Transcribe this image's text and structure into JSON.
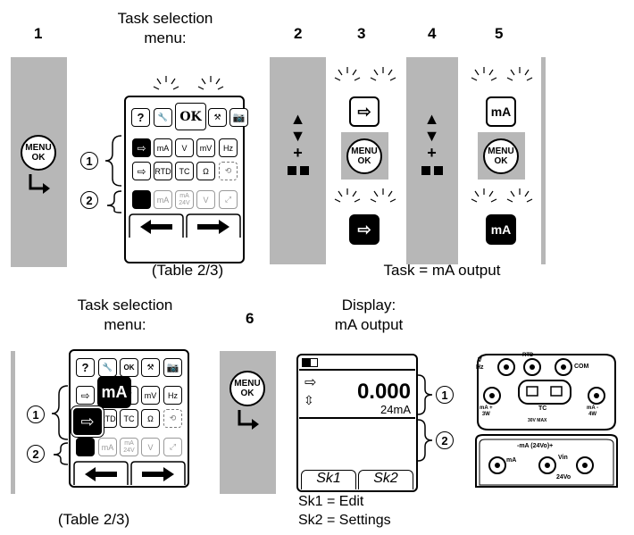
{
  "steps": [
    "1",
    "2",
    "3",
    "4",
    "5",
    "6"
  ],
  "captions": {
    "task_menu_top": "Task selection\nmenu:",
    "task_menu_bottom": "Task selection\nmenu:",
    "table_top": "(Table 2/3)",
    "table_bottom": "(Table 2/3)",
    "task_mA": "Task = mA output",
    "display_title": "Display:\nmA output",
    "sk1": "Sk1 = Edit",
    "sk2": "Sk2 = Settings"
  },
  "labels": {
    "one": "1",
    "two": "2",
    "plus": "+"
  },
  "menu_button": {
    "line1": "MENU",
    "line2": "OK"
  },
  "keys": {
    "row0": [
      "?",
      "🔧",
      "OK",
      "",
      "📷"
    ],
    "row1": [
      "⇨",
      "mA",
      "V",
      "mV",
      "Hz"
    ],
    "row2": [
      "⇨",
      "RTD",
      "TC",
      "Ω",
      "⟲"
    ],
    "row3": [
      "",
      "mA",
      "mA 24V",
      "V",
      "⤢"
    ]
  },
  "mA_icon": "mA",
  "display": {
    "value": "0.000",
    "unit": "24mA",
    "sk1": "Sk1",
    "sk2": "Sk2"
  },
  "terminals": {
    "v": "V",
    "hz": "Hz",
    "rtd": "RTD",
    "com": "COM",
    "tc": "TC",
    "mA_plus": "mA +",
    "mA_minus": "mA -",
    "w3": "3W",
    "w4": "4W",
    "max": "30V MAX",
    "mA_24": "-mA (24Vo)+",
    "mA": "mA",
    "vin": "Vin",
    "vo24": "24Vo"
  },
  "colors": {
    "gray": "#b7b7b7",
    "black": "#000000"
  }
}
